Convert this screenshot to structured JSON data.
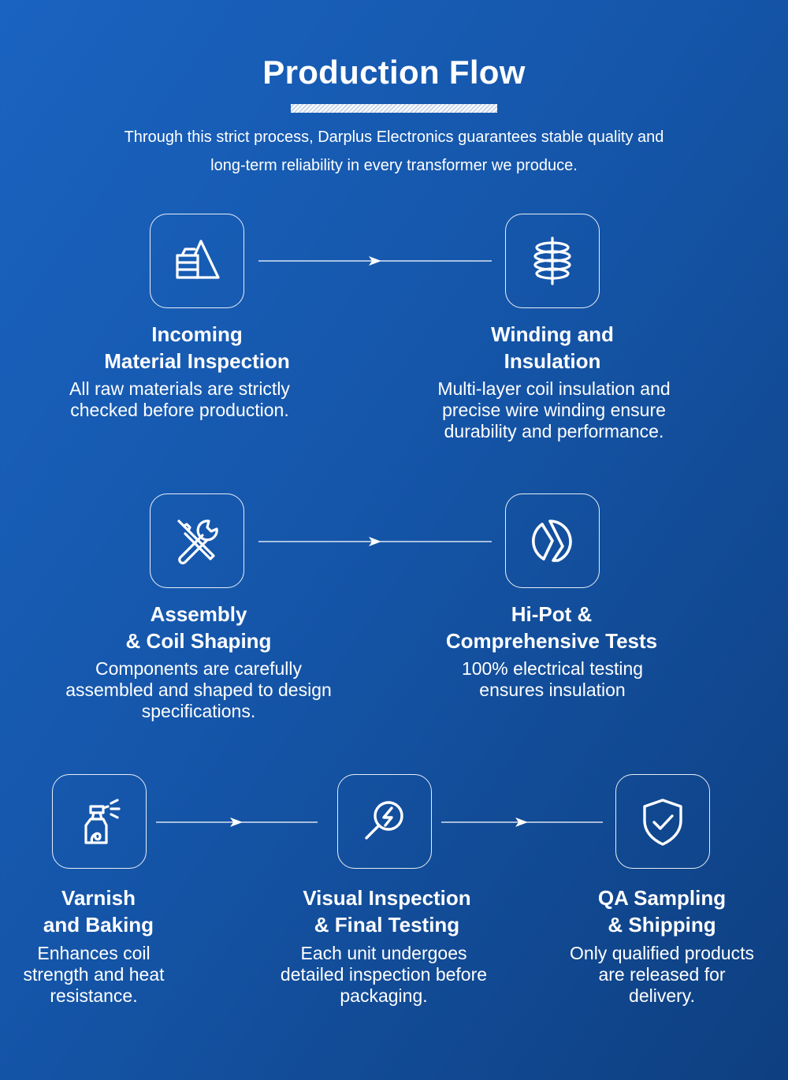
{
  "header": {
    "title": "Production Flow",
    "subtitle_line1": "Through this strict process, Darplus Electronics guarantees stable quality and",
    "subtitle_line2": "long-term reliability in every transformer we produce."
  },
  "steps": [
    {
      "icon": "materials-inspection-icon",
      "title_lines": [
        "Incoming",
        "Material Inspection"
      ],
      "desc_lines": [
        "All raw materials are strictly",
        "checked before production."
      ]
    },
    {
      "icon": "coil-winding-icon",
      "title_lines": [
        "Winding and",
        "Insulation"
      ],
      "desc_lines": [
        "Multi-layer coil insulation and",
        "precise wire winding ensure",
        "durability and performance."
      ]
    },
    {
      "icon": "tools-icon",
      "title_lines": [
        "Assembly",
        "& Coil Shaping"
      ],
      "desc_lines": [
        "Components are carefully",
        "assembled and shaped to design",
        "specifications."
      ]
    },
    {
      "icon": "gauge-test-icon",
      "title_lines": [
        "Hi-Pot &",
        "Comprehensive Tests"
      ],
      "desc_lines": [
        "100% electrical testing",
        "ensures insulation"
      ]
    },
    {
      "icon": "spray-bottle-icon",
      "title_lines": [
        "Varnish",
        "and Baking"
      ],
      "desc_lines": [
        "Enhances coil",
        "strength and heat",
        "resistance."
      ]
    },
    {
      "icon": "magnifier-inspection-icon",
      "title_lines": [
        "Visual Inspection",
        "& Final Testing"
      ],
      "desc_lines": [
        "Each unit undergoes",
        "detailed inspection before",
        "packaging."
      ]
    },
    {
      "icon": "shield-check-icon",
      "title_lines": [
        "QA Sampling",
        "& Shipping"
      ],
      "desc_lines": [
        "Only qualified products",
        "are released for",
        "delivery."
      ]
    }
  ]
}
